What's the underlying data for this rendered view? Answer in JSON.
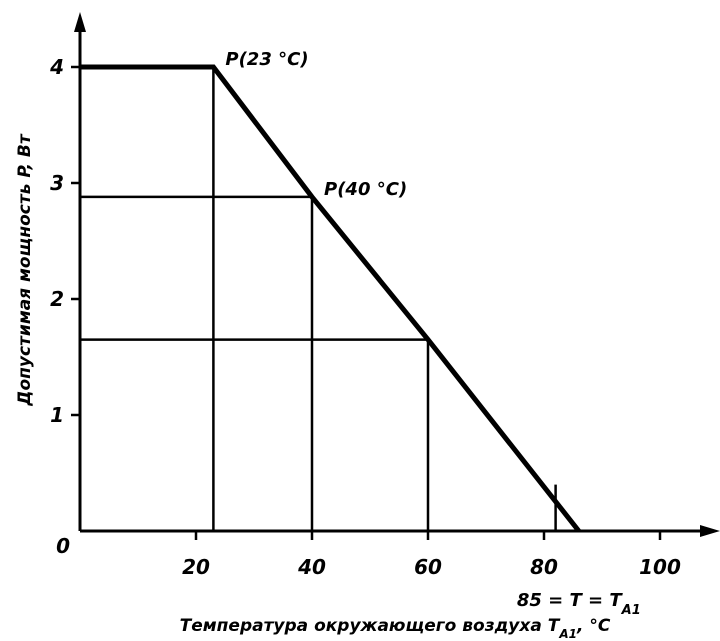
{
  "chart_data": {
    "type": "line",
    "xlabel": "Температура окружающего воздуха T",
    "xlabel_sub": "A1",
    "xlabel_unit": ", °C",
    "ylabel": "Допустимая мощность P, Вт",
    "x_ticks": [
      0,
      20,
      40,
      60,
      80,
      100
    ],
    "y_ticks": [
      1,
      2,
      3,
      4
    ],
    "xlim": [
      0,
      100
    ],
    "ylim": [
      0,
      4
    ],
    "origin_label": "0",
    "series": [
      {
        "x": [
          0,
          23,
          40,
          60,
          86
        ],
        "y": [
          4,
          4,
          2.88,
          1.65,
          0
        ]
      }
    ],
    "guides": [
      {
        "x": 23,
        "y": 4
      },
      {
        "x": 40,
        "y": 2.88
      },
      {
        "x": 60,
        "y": 1.65
      },
      {
        "x": 82,
        "y": 0.4
      }
    ],
    "annotations": [
      {
        "text": "P(23 °C)",
        "x": 23,
        "y": 4
      },
      {
        "text": "P(40 °C)",
        "x": 40,
        "y": 2.88
      }
    ],
    "end_label": {
      "x": 86,
      "text": "85 = T = T",
      "sub": "A1"
    }
  }
}
